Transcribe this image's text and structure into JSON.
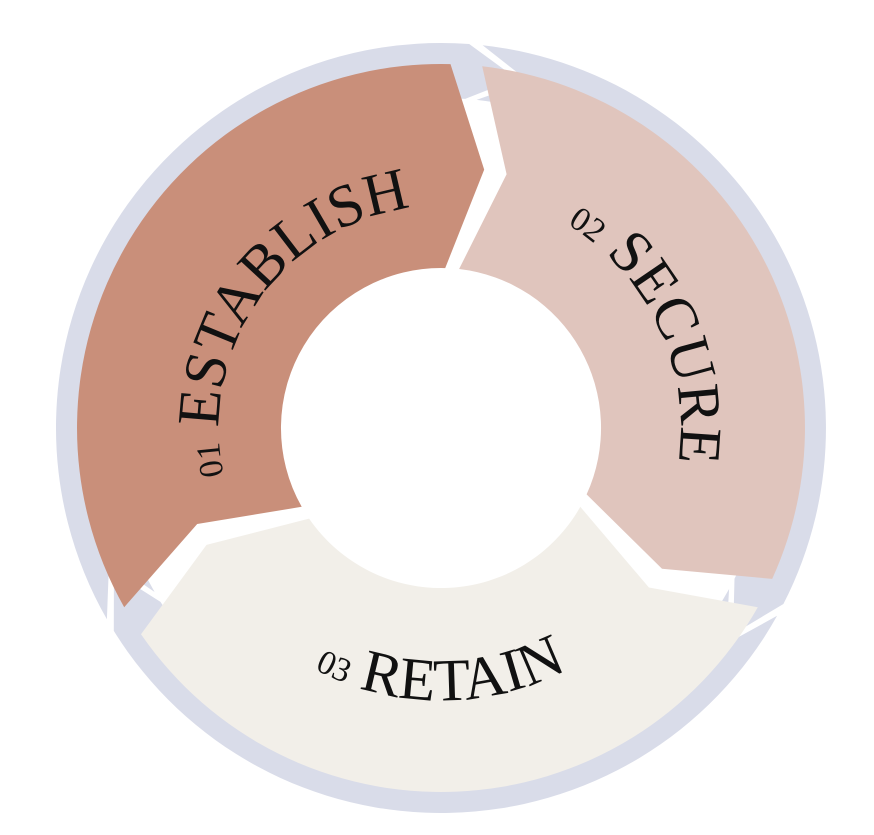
{
  "diagram": {
    "type": "cycle",
    "ring_color": "#d9dce9",
    "segments": [
      {
        "number": "01",
        "label": "ESTABLISH",
        "color": "#c98f7a"
      },
      {
        "number": "02",
        "label": "SECURE",
        "color": "#e0c5bd"
      },
      {
        "number": "03",
        "label": "RETAIN",
        "color": "#f2efe9"
      }
    ]
  }
}
